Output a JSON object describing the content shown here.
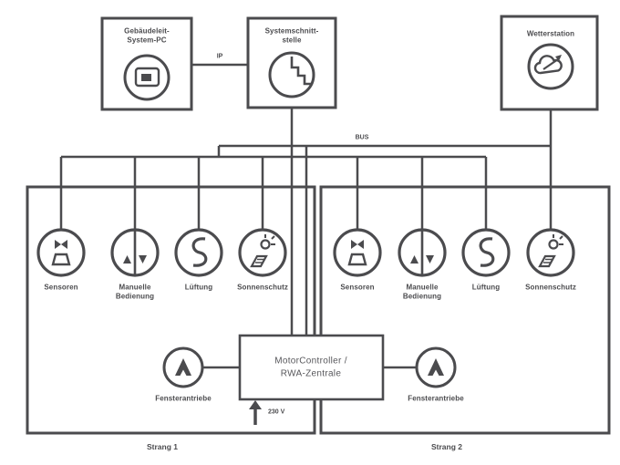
{
  "colors": {
    "line": "#4b4b4e",
    "text": "#4b4b4e",
    "controller_text": "#57575b",
    "background": "#ffffff"
  },
  "top_nodes": [
    {
      "id": "bms-pc",
      "icon": "pc-display-icon",
      "title_lines": [
        "Gebäudeleit-",
        "System-PC"
      ]
    },
    {
      "id": "system-interface",
      "icon": "steps-icon",
      "title_lines": [
        "Systemschnitt-",
        "stelle"
      ]
    },
    {
      "id": "weather-station",
      "icon": "weather-icon",
      "title_lines": [
        "Wetterstation"
      ]
    }
  ],
  "wire_labels": {
    "ip": "IP",
    "bus": "BUS",
    "power": "230 V"
  },
  "branch_nodes": [
    {
      "icon": "sensor-icon",
      "label_lines": [
        "Sensoren",
        ""
      ]
    },
    {
      "icon": "manual-control-icon",
      "label_lines": [
        "Manuelle",
        "Bedienung"
      ]
    },
    {
      "icon": "ventilation-icon",
      "label_lines": [
        "Lüftung",
        ""
      ]
    },
    {
      "icon": "sun-protection-icon",
      "label_lines": [
        "Sonnenschutz",
        ""
      ]
    }
  ],
  "controller": {
    "title_lines": [
      "MotorController /",
      "RWA-Zentrale"
    ]
  },
  "drives_label": "Fensterantriebe",
  "strands": [
    {
      "label": "Strang 1"
    },
    {
      "label": "Strang 2"
    }
  ]
}
